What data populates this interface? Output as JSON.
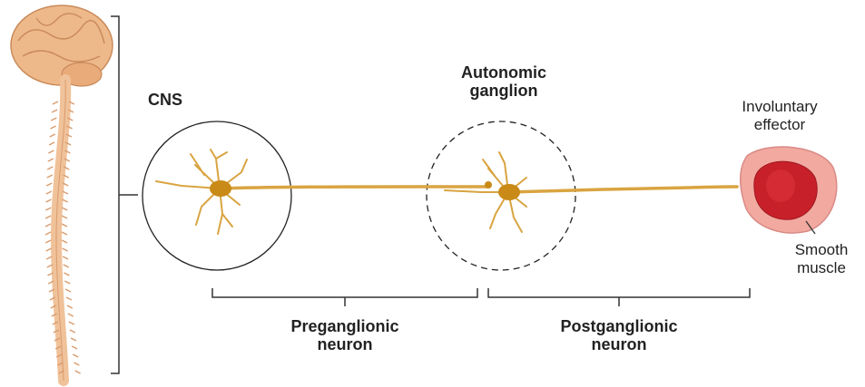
{
  "labels": {
    "cns": "CNS",
    "ganglion_line1": "Autonomic",
    "ganglion_line2": "ganglion",
    "effector_line1": "Involuntary",
    "effector_line2": "effector",
    "smooth_line1": "Smooth",
    "smooth_line2": "muscle",
    "pre_line1": "Preganglionic",
    "pre_line2": "neuron",
    "post_line1": "Postganglionic",
    "post_line2": "neuron"
  },
  "colors": {
    "brain": "#eeb98a",
    "brain_shadow": "#c98a5a",
    "spinal_cord": "#f0c29a",
    "neuron": "#d9a441",
    "neuron_body": "#c98a17",
    "muscle_outer": "#f1a9a0",
    "muscle_inner": "#c8202a",
    "line": "#333333"
  }
}
